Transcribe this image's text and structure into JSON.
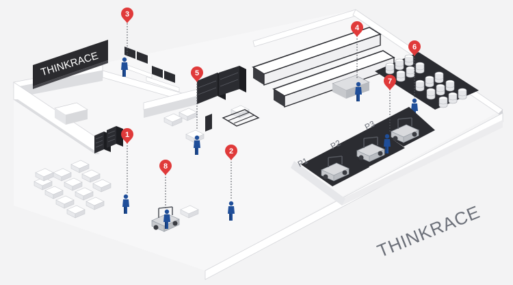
{
  "brand_sign": "THINKRACE",
  "brand_floor": "THINKRACE",
  "pins": [
    {
      "label": "1"
    },
    {
      "label": "2"
    },
    {
      "label": "3"
    },
    {
      "label": "4"
    },
    {
      "label": "5"
    },
    {
      "label": "6"
    },
    {
      "label": "7"
    },
    {
      "label": "8"
    }
  ],
  "parking_labels": [
    "P1",
    "P2",
    "P3"
  ],
  "colors": {
    "pin": "#e03a3a",
    "worker": "#1f4e99",
    "floor": "#f3f3f4",
    "wall_top": "#ffffff",
    "wall_side": "#d9dadd",
    "sign": "#2a2a2e",
    "equipment_dark": "#2b2c31"
  }
}
